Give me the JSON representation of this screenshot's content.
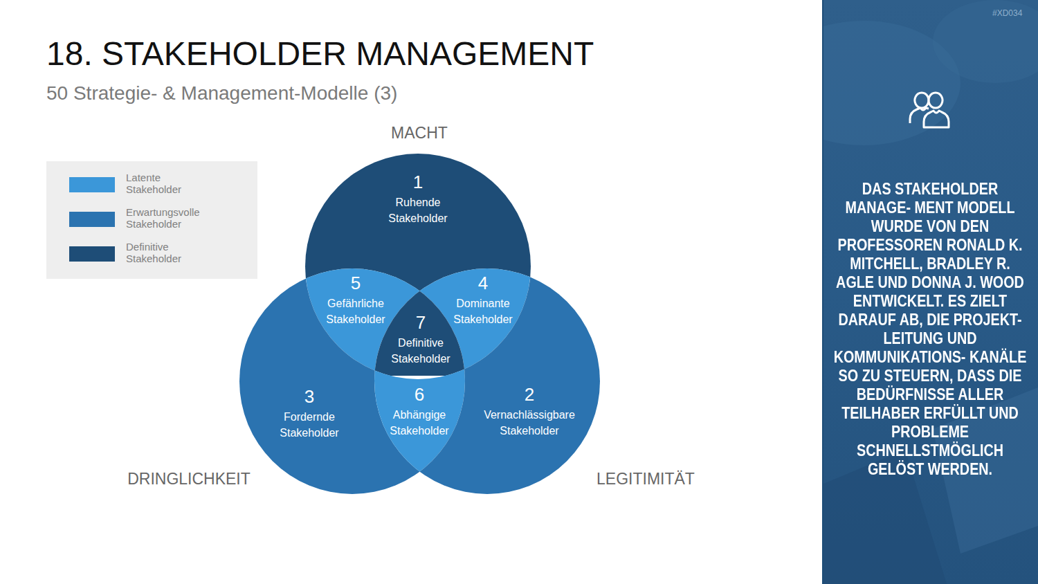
{
  "diagram": {
    "title": "18. STAKEHOLDER MANAGEMENT",
    "caption": "50 Strategie- & Management-Modelle (3)",
    "nodes": [
      {
        "text": [
          "1",
          "Ruhende Stakeholder"
        ]
      },
      {
        "text": [
          "5",
          "Gefährliche Stakeholder"
        ]
      },
      {
        "text": [
          "4",
          "Dominante Stakeholder"
        ]
      },
      {
        "text": [
          "7",
          "Definitive Stakeholder"
        ]
      },
      {
        "text": [
          "3",
          "Fordernde Stakeholder"
        ]
      },
      {
        "text": [
          "6",
          "Abhängige Stakeholder"
        ]
      },
      {
        "text": [
          "2",
          "Vernachlässigbare Stakeholder"
        ]
      }
    ],
    "labels": [
      "MACHT",
      "DRINGLICHKEIT",
      "LEGITIMITÄT",
      "#XD034",
      "DAS STAKEHOLDER MANAGE- MENT MODELL WURDE VON DEN PROFESSOREN RONALD K. MITCHELL, BRADLEY R. AGLE UND DONNA J. WOOD ENTWICKELT. ES ZIELT DARAUF AB, DIE PROJEKT- LEITUNG UND KOMMUNIKATIONS- KANÄLE SO ZU STEUERN, DASS DIE BEDÜRFNISSE ALLER TEILHABER ERFÜLLT UND PROBLEME SCHNELLSTMÖGLICH GELÖST WERDEN."
    ],
    "legend": [
      {
        "text": "Latente Stakeholder",
        "color": "#3b97d9"
      },
      {
        "text": "Erwartungsvolle Stakeholder",
        "color": "#2b73b0"
      },
      {
        "text": "Definitive Stakeholder",
        "color": "#1e4d77"
      }
    ]
  }
}
